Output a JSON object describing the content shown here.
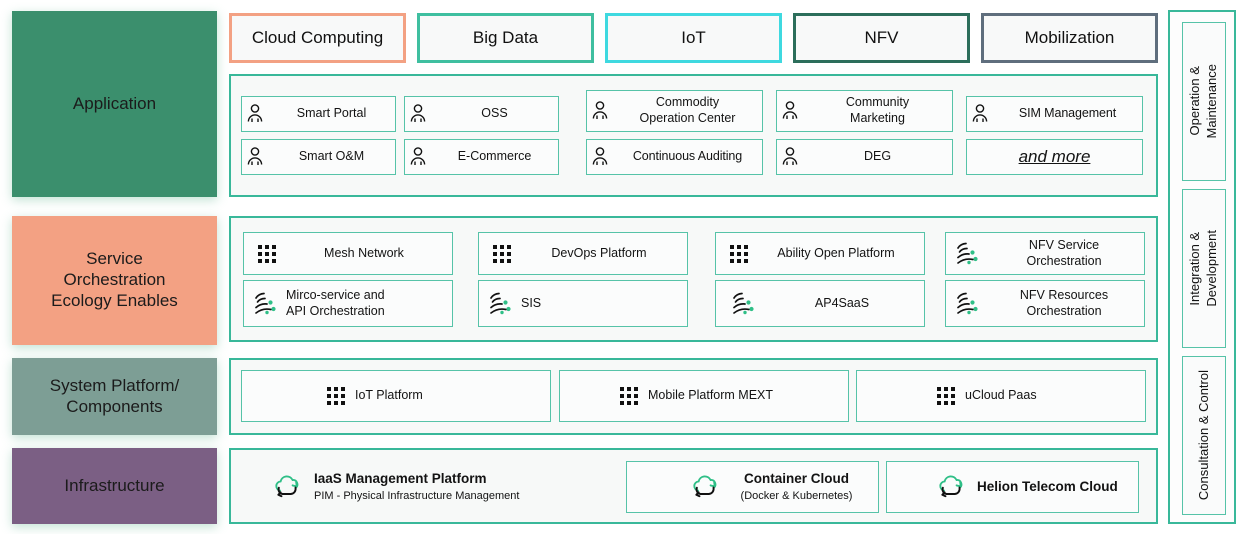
{
  "colors": {
    "teal_border": "#39b89a",
    "item_border": "#56c3a8",
    "layer_application": "#3b8f6d",
    "layer_service": "#f3a183",
    "layer_system": "#7d9e95",
    "layer_infrastructure": "#7b5f84",
    "tab_cloud_computing": "#f3a183",
    "tab_big_data": "#3fbfa0",
    "tab_iot": "#3fd9e0",
    "tab_nfv": "#2c6e5b",
    "tab_mobilization": "#5f6e7d",
    "icon_accent_green": "#2fbf87"
  },
  "layers": [
    {
      "label": "Application"
    },
    {
      "label": "Service\nOrchestration\nEcology Enables"
    },
    {
      "label": "System Platform/\nComponents"
    },
    {
      "label": "Infrastructure"
    }
  ],
  "tabs": [
    {
      "label": "Cloud Computing",
      "color": "#f3a183"
    },
    {
      "label": "Big Data",
      "color": "#3fbfa0"
    },
    {
      "label": "IoT",
      "color": "#3fd9e0"
    },
    {
      "label": "NFV",
      "color": "#2c6e5b"
    },
    {
      "label": "Mobilization",
      "color": "#5f6e7d"
    }
  ],
  "application_items": [
    {
      "label": "Smart Portal",
      "icon": "person-icon"
    },
    {
      "label": "OSS",
      "icon": "person-icon"
    },
    {
      "label": "Commodity\nOperation Center",
      "icon": "person-icon"
    },
    {
      "label": "Community\nMarketing",
      "icon": "person-icon"
    },
    {
      "label": "SIM Management",
      "icon": "person-icon"
    },
    {
      "label": "Smart O&M",
      "icon": "person-icon"
    },
    {
      "label": "E-Commerce",
      "icon": "person-icon"
    },
    {
      "label": "Continuous Auditing",
      "icon": "person-icon"
    },
    {
      "label": "DEG",
      "icon": "person-icon"
    },
    {
      "label": "and more",
      "icon": "none"
    }
  ],
  "service_items": [
    {
      "label": "Mesh Network",
      "icon": "grid-dots-icon"
    },
    {
      "label": "DevOps Platform",
      "icon": "grid-dots-icon"
    },
    {
      "label": "Ability Open Platform",
      "icon": "grid-dots-icon"
    },
    {
      "label": "NFV Service\nOrchestration",
      "icon": "orchestration-wave-icon"
    },
    {
      "label": "Mirco-service and\nAPI Orchestration",
      "icon": "orchestration-wave-icon"
    },
    {
      "label": "SIS",
      "icon": "orchestration-wave-icon"
    },
    {
      "label": "AP4SaaS",
      "icon": "orchestration-wave-icon"
    },
    {
      "label": "NFV Resources\nOrchestration",
      "icon": "orchestration-wave-icon"
    }
  ],
  "system_items": [
    {
      "label": "IoT Platform",
      "icon": "grid-dots-icon"
    },
    {
      "label": "Mobile Platform MEXT",
      "icon": "grid-dots-icon"
    },
    {
      "label": "uCloud Paas",
      "icon": "grid-dots-icon"
    }
  ],
  "infrastructure_items": [
    {
      "title": "IaaS Management Platform",
      "subtitle": "PIM - Physical Infrastructure Management",
      "icon": "cloud-refresh-icon",
      "bordered": false
    },
    {
      "title": "Container Cloud",
      "subtitle": "(Docker & Kubernetes)",
      "icon": "cloud-refresh-icon",
      "bordered": true
    },
    {
      "title": "Helion Telecom Cloud",
      "subtitle": "",
      "icon": "cloud-refresh-icon",
      "bordered": true
    }
  ],
  "sidebar": [
    {
      "label": "Operation &\nMaintenance"
    },
    {
      "label": "Integration &\nDevelopment"
    },
    {
      "label": "Consultation & Control"
    }
  ]
}
